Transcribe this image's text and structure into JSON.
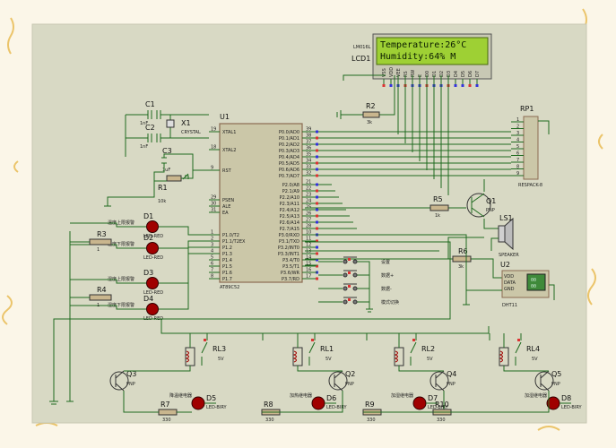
{
  "lcd": {
    "part": "LM016L",
    "ref": "LCD1",
    "line1": "Temperature:26°C",
    "line2": "Humidity:64%   M",
    "pins": [
      "VSS",
      "VDD",
      "VEE",
      "RS",
      "RW",
      "E",
      "D0",
      "D1",
      "D2",
      "D3",
      "D4",
      "D5",
      "D6",
      "D7"
    ]
  },
  "mcu": {
    "ref": "U1",
    "part": "AT89C52",
    "left_pins": [
      {
        "num": "19",
        "name": "XTAL1"
      },
      {
        "num": "18",
        "name": "XTAL2"
      },
      {
        "num": "9",
        "name": "RST"
      },
      {
        "num": "29",
        "name": "PSEN"
      },
      {
        "num": "30",
        "name": "ALE"
      },
      {
        "num": "31",
        "name": "EA"
      },
      {
        "num": "1",
        "name": "P1.0/T2"
      },
      {
        "num": "2",
        "name": "P1.1/T2EX"
      },
      {
        "num": "3",
        "name": "P1.2"
      },
      {
        "num": "4",
        "name": "P1.3"
      },
      {
        "num": "5",
        "name": "P1.4"
      },
      {
        "num": "6",
        "name": "P1.5"
      },
      {
        "num": "7",
        "name": "P1.6"
      },
      {
        "num": "8",
        "name": "P1.7"
      }
    ],
    "right_pins": [
      {
        "num": "39",
        "name": "P0.0/AD0"
      },
      {
        "num": "38",
        "name": "P0.1/AD1"
      },
      {
        "num": "37",
        "name": "P0.2/AD2"
      },
      {
        "num": "36",
        "name": "P0.3/AD3"
      },
      {
        "num": "35",
        "name": "P0.4/AD4"
      },
      {
        "num": "34",
        "name": "P0.5/AD5"
      },
      {
        "num": "33",
        "name": "P0.6/AD6"
      },
      {
        "num": "32",
        "name": "P0.7/AD7"
      },
      {
        "num": "21",
        "name": "P2.0/A8"
      },
      {
        "num": "22",
        "name": "P2.1/A9"
      },
      {
        "num": "23",
        "name": "P2.2/A10"
      },
      {
        "num": "24",
        "name": "P2.3/A11"
      },
      {
        "num": "25",
        "name": "P2.4/A12"
      },
      {
        "num": "26",
        "name": "P2.5/A13"
      },
      {
        "num": "27",
        "name": "P2.6/A14"
      },
      {
        "num": "28",
        "name": "P2.7/A15"
      },
      {
        "num": "10",
        "name": "P3.0/RXD"
      },
      {
        "num": "11",
        "name": "P3.1/TXD"
      },
      {
        "num": "12",
        "name": "P3.2/INT0"
      },
      {
        "num": "13",
        "name": "P3.3/INT1"
      },
      {
        "num": "14",
        "name": "P3.4/T0"
      },
      {
        "num": "15",
        "name": "P3.5/T1"
      },
      {
        "num": "16",
        "name": "P3.6/WR"
      },
      {
        "num": "17",
        "name": "P3.7/RD"
      }
    ]
  },
  "components": {
    "C1": {
      "ref": "C1",
      "value": "1nF"
    },
    "C2": {
      "ref": "C2",
      "value": "1nF"
    },
    "C3": {
      "ref": "C3",
      "value": "1uF"
    },
    "X1": {
      "ref": "X1",
      "value": "CRYSTAL"
    },
    "R1": {
      "ref": "R1",
      "value": "10k"
    },
    "R2": {
      "ref": "R2",
      "value": "3k"
    },
    "R5": {
      "ref": "R5",
      "value": "1k"
    },
    "R6": {
      "ref": "R6",
      "value": "3k"
    },
    "RP1": {
      "ref": "RP1",
      "value": "RESPACK-8",
      "pins": [
        "1",
        "2",
        "3",
        "4",
        "5",
        "6",
        "7",
        "8",
        "9"
      ]
    },
    "Q1": {
      "ref": "Q1",
      "value": "PNP"
    },
    "LS1": {
      "ref": "LS1",
      "value": "SPEAKER"
    },
    "U2": {
      "ref": "U2",
      "value": "DHT11",
      "pins": [
        "VDD",
        "DATA",
        "GND"
      ]
    }
  },
  "buttons": [
    "设置",
    "数据+",
    "数据-",
    "模式切换"
  ],
  "alarm_leds": [
    {
      "ref": "D1",
      "value": "LED-RED",
      "label": "温度上限报警"
    },
    {
      "ref": "D2",
      "value": "LED-RED",
      "label": "温度下限报警"
    },
    {
      "ref": "D3",
      "value": "LED-RED",
      "label": "湿度上限报警"
    },
    {
      "ref": "D4",
      "value": "LED-RED",
      "label": "湿度下限报警"
    }
  ],
  "alarm_resistors": [
    {
      "ref": "R3",
      "value": "1"
    },
    {
      "ref": "R4",
      "value": "1"
    }
  ],
  "relays": [
    {
      "relay": "RL3",
      "rv": "5V",
      "q": "Q3",
      "qv": "PNP",
      "r": "R7",
      "rval": "330",
      "d": "D5",
      "dv": "LED-BIRY",
      "label": "降温继电器"
    },
    {
      "relay": "RL1",
      "rv": "5V",
      "q": "Q2",
      "qv": "PNP",
      "r": "R8",
      "rval": "330",
      "d": "D6",
      "dv": "LED-BIRY",
      "label": "加热继电器"
    },
    {
      "relay": "RL2",
      "rv": "5V",
      "q": "Q4",
      "qv": "PNP",
      "r": "R9",
      "rval": "330",
      "d": "D7",
      "dv": "LED-BIRY",
      "label": "加湿继电器"
    },
    {
      "relay": "RL4",
      "rv": "5V",
      "q": "Q5",
      "qv": "PNP",
      "r": "R10",
      "rval": "330",
      "d": "D8",
      "dv": "LED-BIRY",
      "label": "加湿继电器"
    }
  ],
  "colors": {
    "wire": "#1f6b1f",
    "sheet": "#d8d9c4",
    "lcd_screen": "#9ed034",
    "led_red": "#a00000"
  }
}
